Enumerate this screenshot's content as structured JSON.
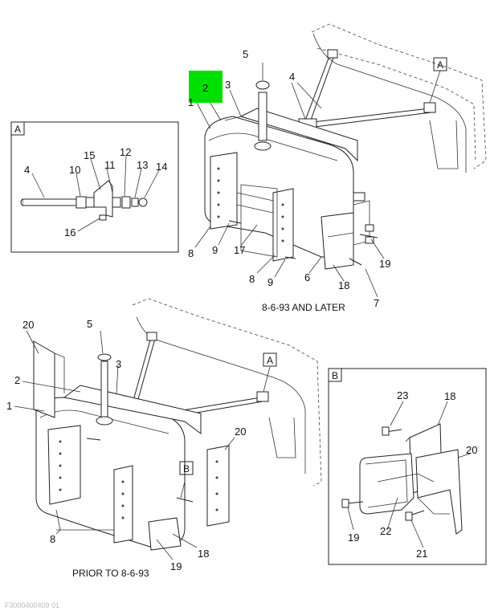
{
  "highlight": {
    "label": "2",
    "color": "#00e000"
  },
  "top_assembly": {
    "caption": "8-6-93 AND LATER",
    "callouts": [
      "1",
      "3",
      "4",
      "5",
      "6",
      "7",
      "8",
      "8",
      "9",
      "9",
      "17",
      "18",
      "19"
    ],
    "ref_box": "A"
  },
  "detail_a": {
    "title": "A",
    "callouts": [
      "4",
      "10",
      "11",
      "12",
      "13",
      "14",
      "15",
      "16"
    ]
  },
  "bottom_assembly": {
    "caption": "PRIOR TO 8-6-93",
    "callouts": [
      "1",
      "2",
      "3",
      "5",
      "8",
      "18",
      "19",
      "20",
      "20"
    ],
    "ref_boxes": [
      "A",
      "B"
    ]
  },
  "detail_b": {
    "title": "B",
    "callouts": [
      "18",
      "19",
      "20",
      "21",
      "22",
      "23"
    ]
  },
  "footer": {
    "code": "F3000400409 01"
  },
  "colors": {
    "line": "#222222",
    "highlight": "#00e000"
  }
}
